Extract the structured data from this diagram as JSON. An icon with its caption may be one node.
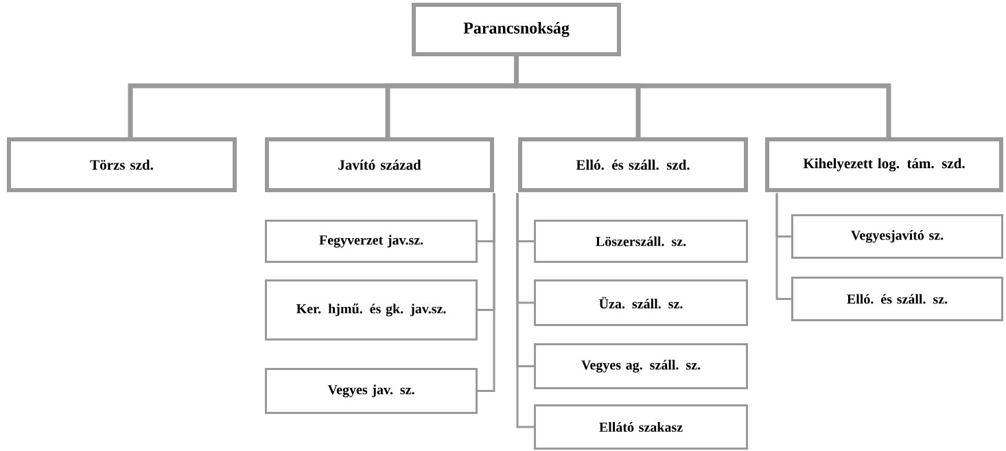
{
  "diagram": {
    "nodes": [
      {
        "text": [
          "Parancsnokság"
        ]
      },
      {
        "text": [
          "Törzs szd."
        ]
      },
      {
        "text": [
          "Javító század"
        ]
      },
      {
        "text": [
          "Elló. és száll. szd."
        ]
      },
      {
        "text": [
          "Kihelyezett log. tám. szd."
        ]
      },
      {
        "text": [
          "Fegyverzet jav.sz."
        ]
      },
      {
        "text": [
          "Ker. hjmű. és gk. jav.sz."
        ]
      },
      {
        "text": [
          "Vegyes jav. sz."
        ]
      },
      {
        "text": [
          "Löszerszáll. sz."
        ]
      },
      {
        "text": [
          "Üza. száll. sz."
        ]
      },
      {
        "text": [
          "Vegyes ag. száll. sz."
        ]
      },
      {
        "text": [
          "Ellátó szakasz"
        ]
      },
      {
        "text": [
          "Vegyesjavító sz."
        ]
      },
      {
        "text": [
          "Elló. és száll. sz."
        ]
      }
    ],
    "edges": [
      {
        "from": 0,
        "to": 1,
        "arrow": "none",
        "style": "thick"
      },
      {
        "from": 0,
        "to": 2,
        "arrow": "none",
        "style": "thick"
      },
      {
        "from": 0,
        "to": 3,
        "arrow": "none",
        "style": "thick"
      },
      {
        "from": 0,
        "to": 4,
        "arrow": "none",
        "style": "thick"
      },
      {
        "from": 2,
        "to": 5,
        "arrow": "none"
      },
      {
        "from": 2,
        "to": 6,
        "arrow": "none"
      },
      {
        "from": 2,
        "to": 7,
        "arrow": "none"
      },
      {
        "from": 3,
        "to": 8,
        "arrow": "none"
      },
      {
        "from": 3,
        "to": 9,
        "arrow": "none"
      },
      {
        "from": 3,
        "to": 10,
        "arrow": "none"
      },
      {
        "from": 3,
        "to": 11,
        "arrow": "none"
      },
      {
        "from": 4,
        "to": 12,
        "arrow": "none"
      },
      {
        "from": 4,
        "to": 13,
        "arrow": "none"
      }
    ]
  }
}
